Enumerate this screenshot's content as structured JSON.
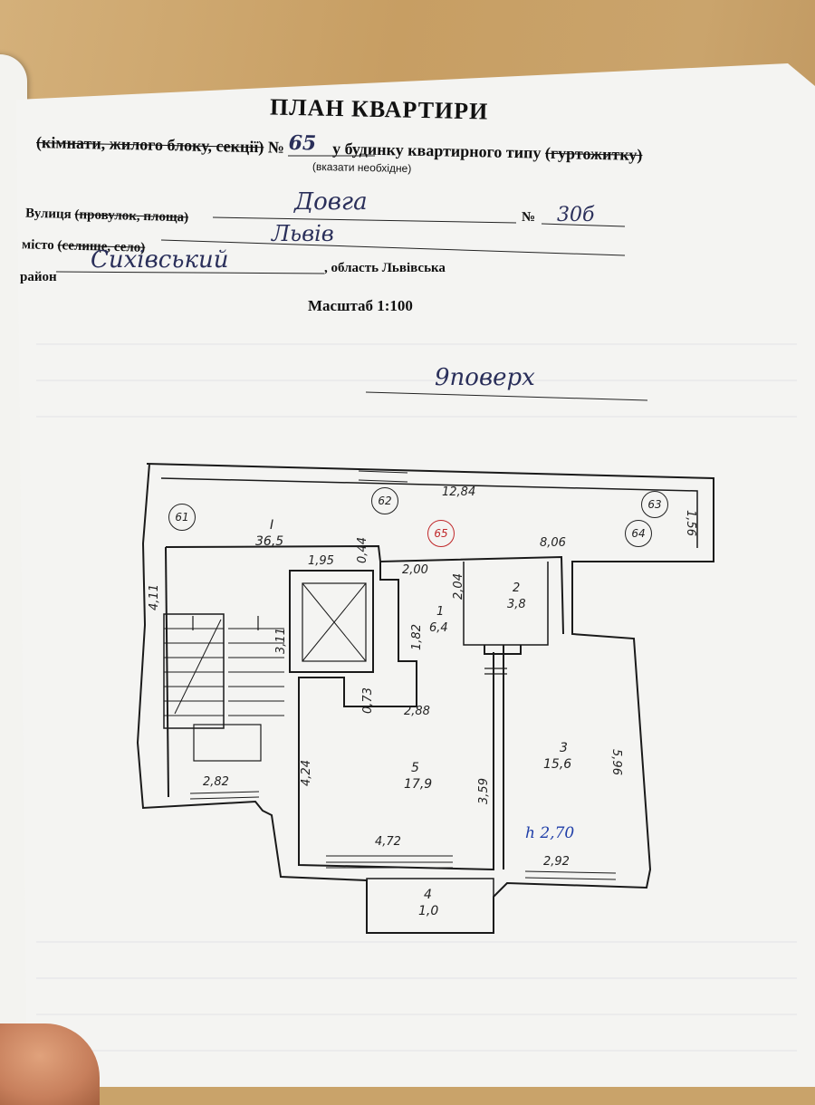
{
  "document": {
    "title": "ПЛАН КВАРТИРИ",
    "line2_struck": "(кімнати, жилого блоку, секції)",
    "line2_no": "№",
    "apartment_no": "65",
    "line2_rest": "у будинку квартирного типу",
    "line2_struck_end": "(гуртожитку)",
    "note": "(вказати необхідне)",
    "street_label": "Вулиця",
    "street_struck": "(провулок, площа)",
    "street_value": "Довга",
    "house_label": "№",
    "house_value": "30б",
    "city_label": "місто",
    "city_struck": "(селище, село)",
    "city_value": "Львів",
    "district_label": "район",
    "district_value": "Сихівський",
    "region": ", область Львівська",
    "scale": "Масштаб 1:100",
    "floor_note": "9поверх"
  },
  "plan": {
    "rooms": [
      {
        "num": "I",
        "area": "36,5"
      },
      {
        "num": "1",
        "area": "6,4"
      },
      {
        "num": "2",
        "area": "3,8"
      },
      {
        "num": "3",
        "area": "15,6"
      },
      {
        "num": "4",
        "area": "1,0"
      },
      {
        "num": "5",
        "area": "17,9"
      }
    ],
    "dimensions": [
      "12,84",
      "8,06",
      "1,56",
      "1,95",
      "0,44",
      "2,00",
      "2,04",
      "1,82",
      "4,11",
      "3,11",
      "0,73",
      "2,88",
      "4,24",
      "3,59",
      "5,96",
      "4,72",
      "2,92",
      "2,82"
    ],
    "markers": [
      "61",
      "62",
      "63",
      "64",
      "65"
    ],
    "height_note": "h 2,70"
  }
}
